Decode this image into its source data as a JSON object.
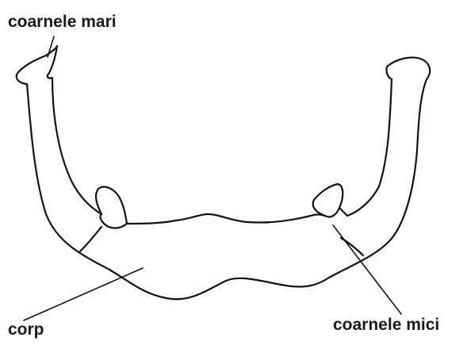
{
  "labels": {
    "greater_horns": "coarnele mari",
    "body": "corp",
    "lesser_horns": "coarnele mici"
  },
  "colors": {
    "line": "#111111",
    "background": "#ffffff"
  }
}
